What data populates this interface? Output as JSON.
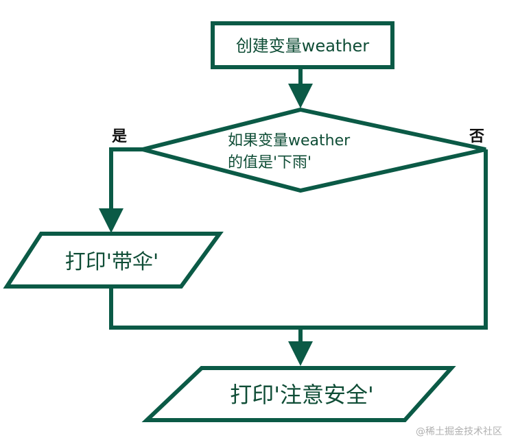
{
  "nodes": {
    "create_variable": "创建变量weather",
    "condition_line1": "如果变量weather",
    "condition_line2": "的值是'下雨'",
    "print_umbrella": "打印'带伞'",
    "print_safety": "打印'注意安全'"
  },
  "branches": {
    "yes_label": "是",
    "no_label": "否"
  },
  "watermark": "@稀土掘金技术社区",
  "colors": {
    "stroke": "#0b5a46",
    "text": "#0f4d36",
    "branch_text": "#111111",
    "background": "#ffffff"
  }
}
